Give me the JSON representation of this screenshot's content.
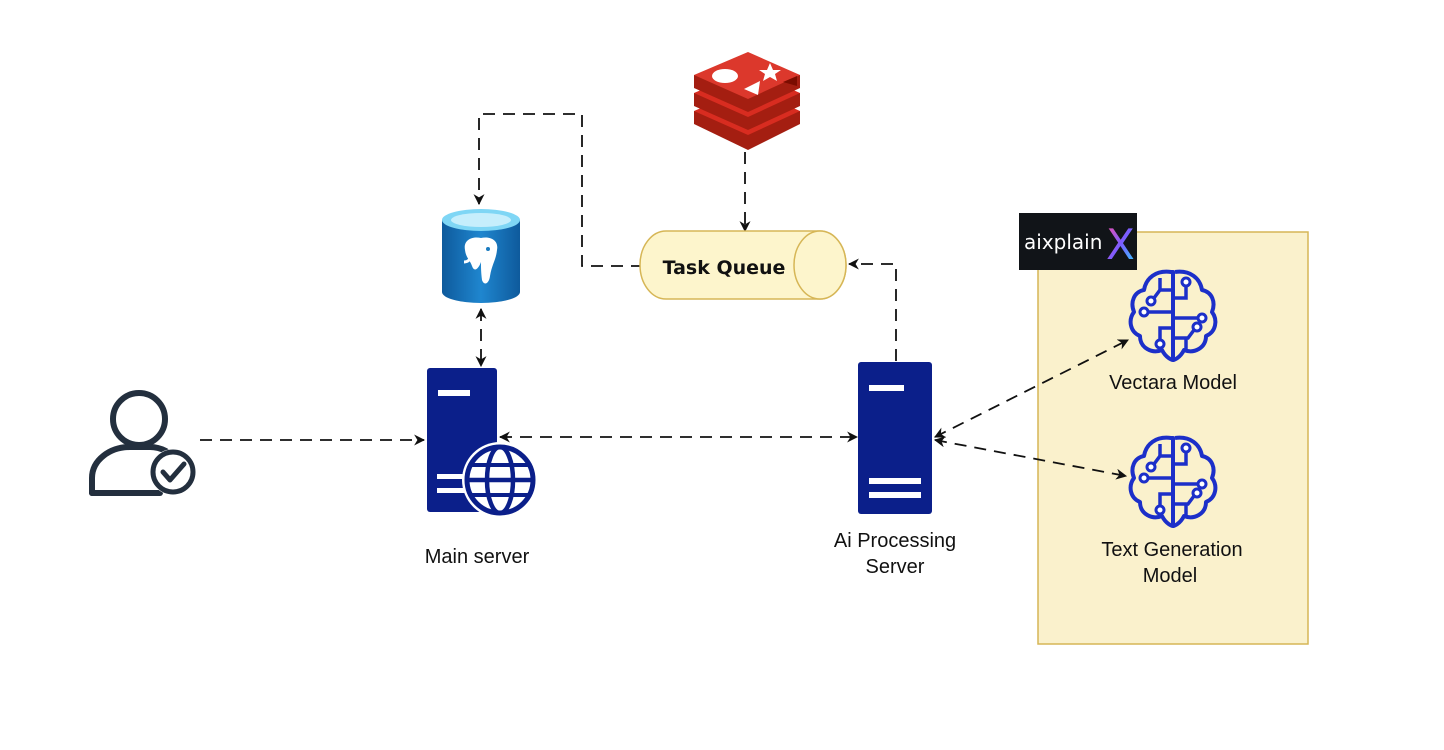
{
  "nodes": {
    "task_queue": {
      "label": "Task Queue"
    },
    "main_server": {
      "label": "Main server"
    },
    "ai_server": {
      "label_line1": "Ai Processing",
      "label_line2": "Server"
    },
    "vectara_model": {
      "label": "Vectara Model"
    },
    "text_generation_model": {
      "label_line1": "Text Generation",
      "label_line2": "Model"
    },
    "provider": {
      "brand": "aixplain",
      "brand_mark": "X"
    }
  },
  "icons": {
    "user": "user-check-icon",
    "database": "postgresql-database-icon",
    "cache": "redis-icon",
    "main_server": "web-server-icon",
    "ai_server": "server-icon",
    "model": "brain-circuit-icon"
  },
  "colors": {
    "server_blue": "#0b1f8a",
    "queue_fill": "#fdf5cc",
    "queue_stroke": "#d6b656",
    "group_fill": "#faf1cc",
    "group_stroke": "#d6b656",
    "redis_red": "#c6302b",
    "db_blue": "#1a7bc0",
    "connector": "#111111"
  }
}
